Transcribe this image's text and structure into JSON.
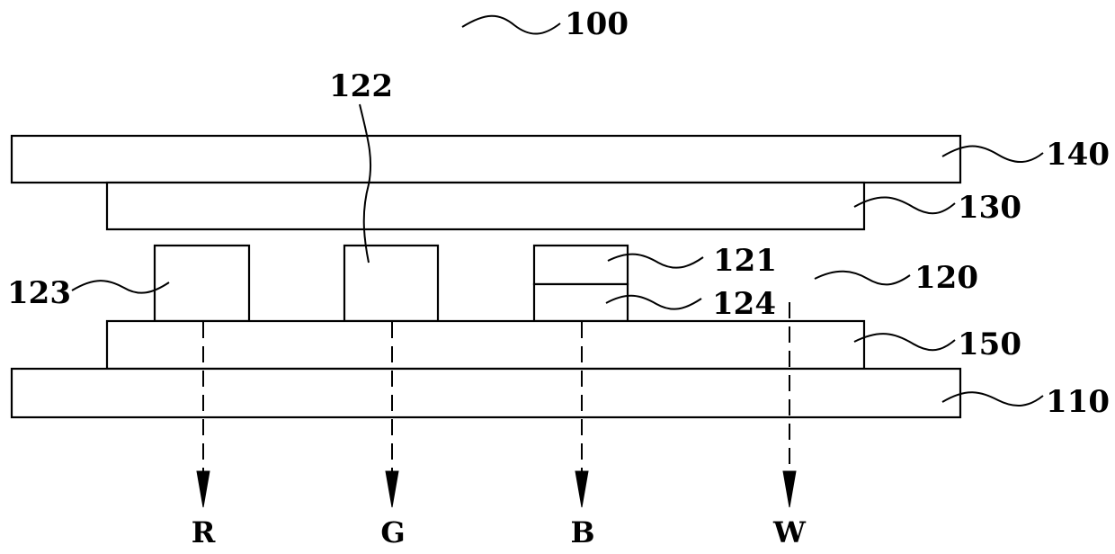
{
  "diagram": {
    "labels": {
      "device": "100",
      "cover_layer": "140",
      "upper_layer": "130",
      "pixel_group": "120",
      "subpixel_top": "121",
      "subpixel_middle": "122",
      "subpixel_left": "123",
      "subpixel_lower": "124",
      "lower_layer": "150",
      "substrate": "110"
    },
    "outputs": [
      "R",
      "G",
      "B",
      "W"
    ]
  }
}
